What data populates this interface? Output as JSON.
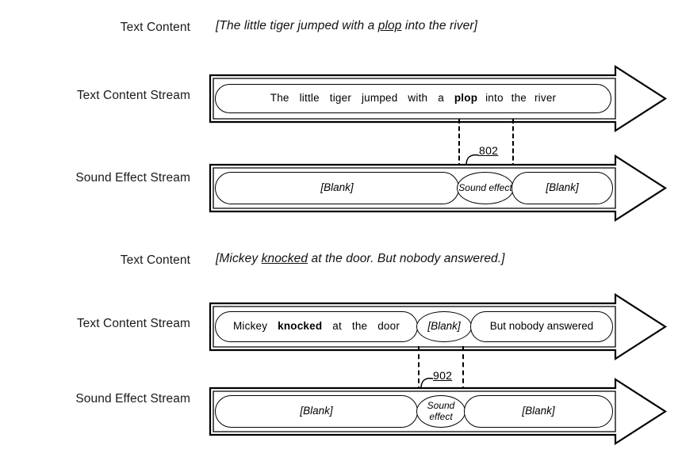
{
  "figure": {
    "type": "patent-diagram",
    "title": "Text content and sound effect stream alignment",
    "background": "#ffffff",
    "line_color": "#000000"
  },
  "rows": {
    "text_content_label": "Text Content",
    "text_content_stream_label": "Text Content Stream",
    "sound_effect_stream_label": "Sound Effect Stream"
  },
  "example_1": {
    "sentence": {
      "prefix": "[The little tiger jumped with a ",
      "underlined": "plop",
      "suffix": " into the river]"
    },
    "text_stream": {
      "words": [
        "The",
        "little",
        "tiger",
        "jumped",
        "with",
        "a",
        "plop",
        "into",
        "the",
        "river"
      ],
      "bold_word": "plop"
    },
    "sound_stream": {
      "segments": [
        {
          "label": "[Blank]",
          "kind": "blank"
        },
        {
          "label": "Sound effect",
          "kind": "sound-effect"
        },
        {
          "label": "[Blank]",
          "kind": "blank"
        }
      ]
    },
    "reference_numeral": "802"
  },
  "example_2": {
    "sentence": {
      "prefix": "[Mickey ",
      "underlined": "knocked",
      "suffix": " at the door. But nobody answered.]"
    },
    "text_stream": {
      "segments": [
        {
          "words": [
            "Mickey",
            "knocked",
            "at",
            "the",
            "door"
          ],
          "bold_word": "knocked",
          "kind": "text"
        },
        {
          "label": "[Blank]",
          "kind": "blank"
        },
        {
          "label": "But nobody answered",
          "kind": "text-plain"
        }
      ]
    },
    "sound_stream": {
      "segments": [
        {
          "label": "[Blank]",
          "kind": "blank"
        },
        {
          "label": "Sound effect",
          "kind": "sound-effect"
        },
        {
          "label": "[Blank]",
          "kind": "blank"
        }
      ]
    },
    "reference_numeral": "902"
  }
}
